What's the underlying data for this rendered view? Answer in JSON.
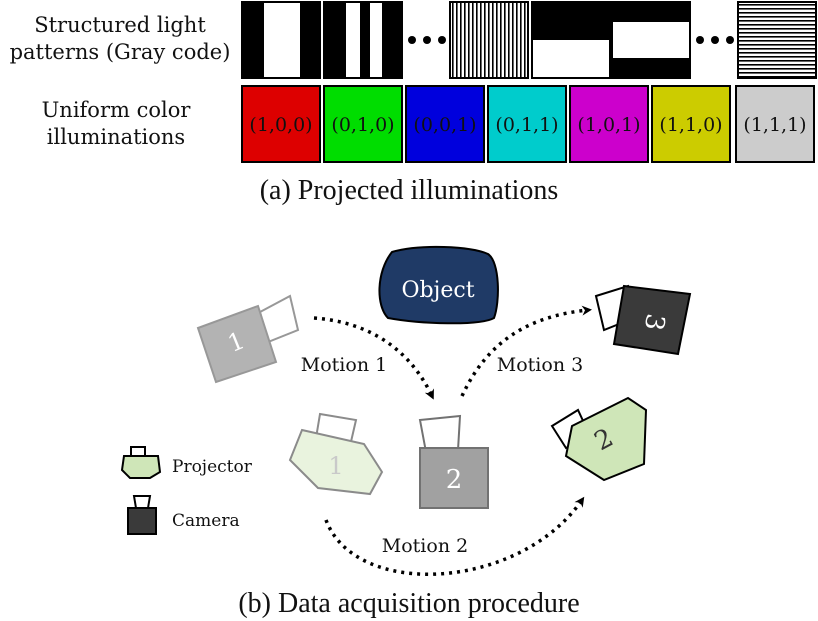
{
  "panel_a": {
    "row1_label_line1": "Structured light",
    "row1_label_line2": "patterns (Gray code)",
    "row2_label_line1": "Uniform color",
    "row2_label_line2": "illuminations",
    "caption": "(a) Projected illuminations",
    "gray_code_patterns": [
      {
        "pattern": "vertical-half",
        "invert": false
      },
      {
        "pattern": "vertical-quarter",
        "invert": false
      },
      {
        "pattern": "vertical-fine",
        "invert": false
      },
      {
        "pattern": "horizontal-half",
        "invert": false
      },
      {
        "pattern": "horizontal-quarter",
        "invert": false
      },
      {
        "pattern": "horizontal-fine",
        "invert": false
      }
    ],
    "color_patches": [
      {
        "label": "(1,0,0)",
        "color": "#dd0000"
      },
      {
        "label": "(0,1,0)",
        "color": "#00dd00"
      },
      {
        "label": "(0,0,1)",
        "color": "#0000dd"
      },
      {
        "label": "(0,1,1)",
        "color": "#00cccc"
      },
      {
        "label": "(1,0,1)",
        "color": "#cc00cc"
      },
      {
        "label": "(1,1,0)",
        "color": "#cccc00"
      },
      {
        "label": "(1,1,1)",
        "color": "#cccccc"
      }
    ]
  },
  "panel_b": {
    "object_label": "Object",
    "object_color": "#1f3a66",
    "motion1_label": "Motion 1",
    "motion2_label": "Motion 2",
    "motion3_label": "Motion 3",
    "camera1_number": "1",
    "camera2_number": "2",
    "camera3_number": "3",
    "projector1_number": "1",
    "projector2_number": "2",
    "legend_projector": "Projector",
    "legend_camera": "Camera",
    "projector_color": "#cfe6b8",
    "camera_color": "#3a3a3a",
    "caption": "(b) Data acquisition procedure"
  }
}
